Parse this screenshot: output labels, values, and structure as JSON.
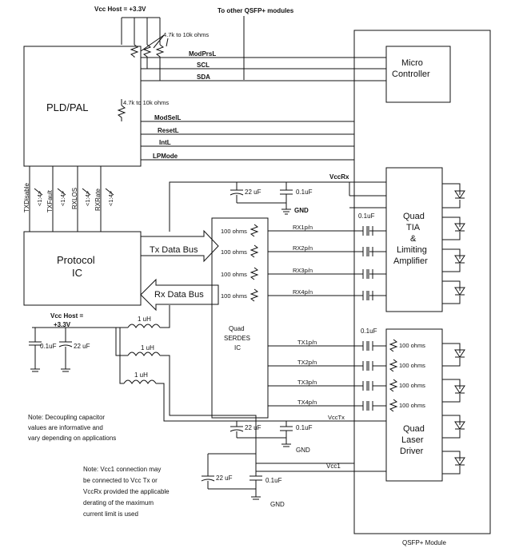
{
  "top": {
    "vcc_host_top": "Vcc Host = +3.3V",
    "other_modules": "To other QSFP+ modules",
    "pullup_a": "4.7k to 10k ohms",
    "pullup_b": "4.7k to 10k ohms"
  },
  "blocks": {
    "pld": "PLD/PAL",
    "protocol_1": "Protocol",
    "protocol_2": "IC",
    "serdes_1": "Quad",
    "serdes_2": "SERDES",
    "serdes_3": "IC",
    "micro_1": "Micro",
    "micro_2": "Controller",
    "tia_1": "Quad",
    "tia_2": "TIA",
    "tia_3": "&",
    "tia_4": "Limiting",
    "tia_5": "Amplifier",
    "laser_1": "Quad",
    "laser_2": "Laser",
    "laser_3": "Driver",
    "module": "QSFP+ Module"
  },
  "signals": {
    "modprsl": "ModPrsL",
    "scl": "SCL",
    "sda": "SDA",
    "modsell": "ModSelL",
    "resetl": "ResetL",
    "intl": "IntL",
    "lpmode": "LPMode",
    "txdisable": "TXDisable",
    "txfault": "TXFault",
    "rxlos": "RXLOS",
    "rxrate": "RXRate",
    "bus": "<1:4>"
  },
  "buses": {
    "tx": "Tx Data  Bus",
    "rx": "Rx  Data Bus"
  },
  "rx_lines": [
    "RX1p/n",
    "RX2p/n",
    "RX3p/n",
    "RX4p/n"
  ],
  "tx_lines": [
    "TX1p/n",
    "TX2p/n",
    "TX3p/n",
    "TX4p/n"
  ],
  "resistors": {
    "r100": "100 ohms"
  },
  "power": {
    "vccrx": "VccRx",
    "vcctx": "VccTx",
    "vcc1": "Vcc1",
    "gnd": "GND",
    "c22": "22 uF",
    "c01": "0.1uF",
    "c01b": "0.1uF",
    "l1uh": "1 uH",
    "vcc_host_left_1": "Vcc Host =",
    "vcc_host_left_2": "+3.3V"
  },
  "notes": {
    "decoupling": [
      "Note: Decoupling capacitor",
      "values are informative and",
      "vary depending on applications"
    ],
    "vcc1": [
      "Note: Vcc1 connection may",
      "be connected to Vcc Tx or",
      "VccRx provided the  applicable",
      "derating of the maximum",
      "current limit is used"
    ]
  }
}
